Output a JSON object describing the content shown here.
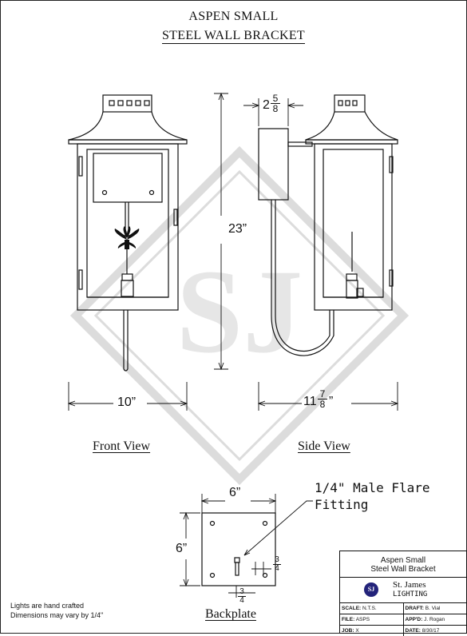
{
  "title": {
    "line1": "ASPEN SMALL",
    "line2": "STEEL WALL BRACKET"
  },
  "views": {
    "front": "Front View",
    "side": "Side View",
    "backplate": "Backplate"
  },
  "dimensions": {
    "front_width": "10”",
    "height": "23”",
    "side_depth": "11",
    "side_depth_num": "7",
    "side_depth_den": "8",
    "bracket_width": "2",
    "bracket_num": "5",
    "bracket_den": "8",
    "backplate_width": "6”",
    "backplate_height": "6”",
    "fitting_offset_num": "3",
    "fitting_offset_den": "4",
    "bottom_offset_num": "3",
    "bottom_offset_den": "4"
  },
  "fitting_label": {
    "line1": "1/4\" Male Flare",
    "line2": "Fitting"
  },
  "notes": {
    "line1": "Lights are hand crafted",
    "line2": "Dimensions may vary by 1/4\""
  },
  "title_block": {
    "name_line1": "Aspen Small",
    "name_line2": "Steel Wall Bracket",
    "logo_text": "SJ",
    "company": "St. James",
    "division": "LIGHTING",
    "rows": [
      [
        {
          "key": "SCALE:",
          "value": "N.T.S."
        },
        {
          "key": "DRAFT:",
          "value": "B. Vial"
        }
      ],
      [
        {
          "key": "FILE:",
          "value": "ASPS"
        },
        {
          "key": "APP'D:",
          "value": "J. Rogan"
        }
      ],
      [
        {
          "key": "JOB:",
          "value": "X"
        },
        {
          "key": "DATE:",
          "value": "8/30/17"
        }
      ]
    ]
  },
  "colors": {
    "line": "#111111",
    "watermark": "#dcdcdc",
    "logo": "#23237a"
  }
}
